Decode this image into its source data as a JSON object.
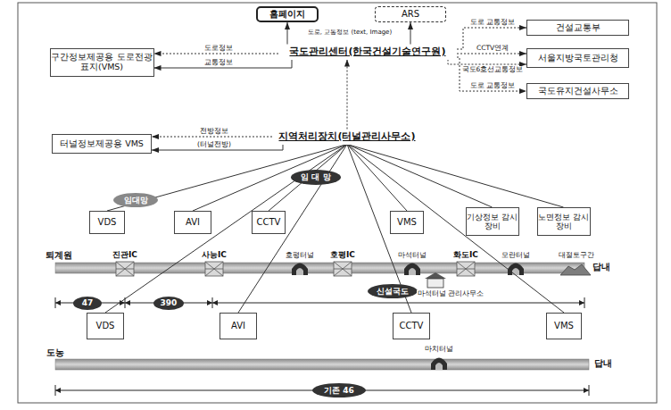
{
  "diagram": {
    "nodes": [
      {
        "text": [
          "홈페이지"
        ]
      },
      {
        "text": [
          "ARS"
        ]
      },
      {
        "text": [
          "국도관리센터(한국건설기술연구원)"
        ]
      },
      {
        "text": [
          "구간정보제공용 도로전광표지(VMS)"
        ]
      },
      {
        "text": [
          "건설교통부"
        ]
      },
      {
        "text": [
          "서울지방국토관리청"
        ]
      },
      {
        "text": [
          "국도유지건설사무소"
        ]
      },
      {
        "text": [
          "지역처리장치(터널관리사무소)"
        ]
      },
      {
        "text": [
          "터널정보제공용 VMS"
        ]
      },
      {
        "text": [
          "VDS"
        ]
      },
      {
        "text": [
          "AVI"
        ]
      },
      {
        "text": [
          "CCTV"
        ]
      },
      {
        "text": [
          "VMS"
        ]
      },
      {
        "text": [
          "기상정보 감시장비"
        ]
      },
      {
        "text": [
          "노면정보 감시장비"
        ]
      },
      {
        "text": [
          "임대망"
        ]
      },
      {
        "text": [
          "임 대 망"
        ]
      },
      {
        "text": [
          "47"
        ]
      },
      {
        "text": [
          "390"
        ]
      },
      {
        "text": [
          "신설국도"
        ]
      },
      {
        "text": [
          "VDS"
        ]
      },
      {
        "text": [
          "AVI"
        ]
      },
      {
        "text": [
          "CCTV"
        ]
      },
      {
        "text": [
          "VMS"
        ]
      },
      {
        "text": [
          "기존 46"
        ]
      }
    ],
    "edges": [
      {
        "from": 2,
        "to": 0,
        "arrow": "to"
      },
      {
        "from": 2,
        "to": 1,
        "arrow": "to"
      },
      {
        "from": 2,
        "to": 3,
        "label": "도로정보",
        "arrow": "to"
      },
      {
        "from": 2,
        "to": 3,
        "label": "교통정보",
        "arrow": "to"
      },
      {
        "from": 2,
        "to": 4,
        "label": "도로 교통정보",
        "arrow": "to"
      },
      {
        "from": 2,
        "to": 5,
        "label": "CCTV연계",
        "arrow": "to"
      },
      {
        "from": 2,
        "to": 5,
        "label": "국도6호선교통정보",
        "arrow": "to"
      },
      {
        "from": 2,
        "to": 6,
        "label": "도로 교통정보",
        "arrow": "to"
      },
      {
        "from": 7,
        "to": 2,
        "arrow": "to"
      },
      {
        "from": 7,
        "to": 8,
        "label": "전방정보",
        "arrow": "to"
      },
      {
        "from": 7,
        "to": 8,
        "label": "(터널전방)",
        "arrow": "to"
      },
      {
        "from": 7,
        "to": 9,
        "arrow": "none"
      },
      {
        "from": 7,
        "to": 10,
        "arrow": "none"
      },
      {
        "from": 7,
        "to": 11,
        "arrow": "none"
      },
      {
        "from": 7,
        "to": 12,
        "arrow": "none"
      },
      {
        "from": 7,
        "to": 13,
        "arrow": "none"
      },
      {
        "from": 7,
        "to": 14,
        "arrow": "none"
      },
      {
        "from": 7,
        "to": 20,
        "arrow": "none"
      },
      {
        "from": 7,
        "to": 21,
        "arrow": "none"
      },
      {
        "from": 7,
        "to": 22,
        "arrow": "none"
      },
      {
        "from": 7,
        "to": 23,
        "arrow": "none"
      }
    ],
    "labels": [
      "도로, 교통정보 (text, Image)",
      "퇴계원",
      "답내",
      "진관IC",
      "사능IC",
      "호평터널",
      "호평IC",
      "마석터널",
      "화도IC",
      "모란터널",
      "대절토구간",
      "마석터널 관리사무소",
      "도농",
      "답내",
      "마치터널"
    ]
  }
}
